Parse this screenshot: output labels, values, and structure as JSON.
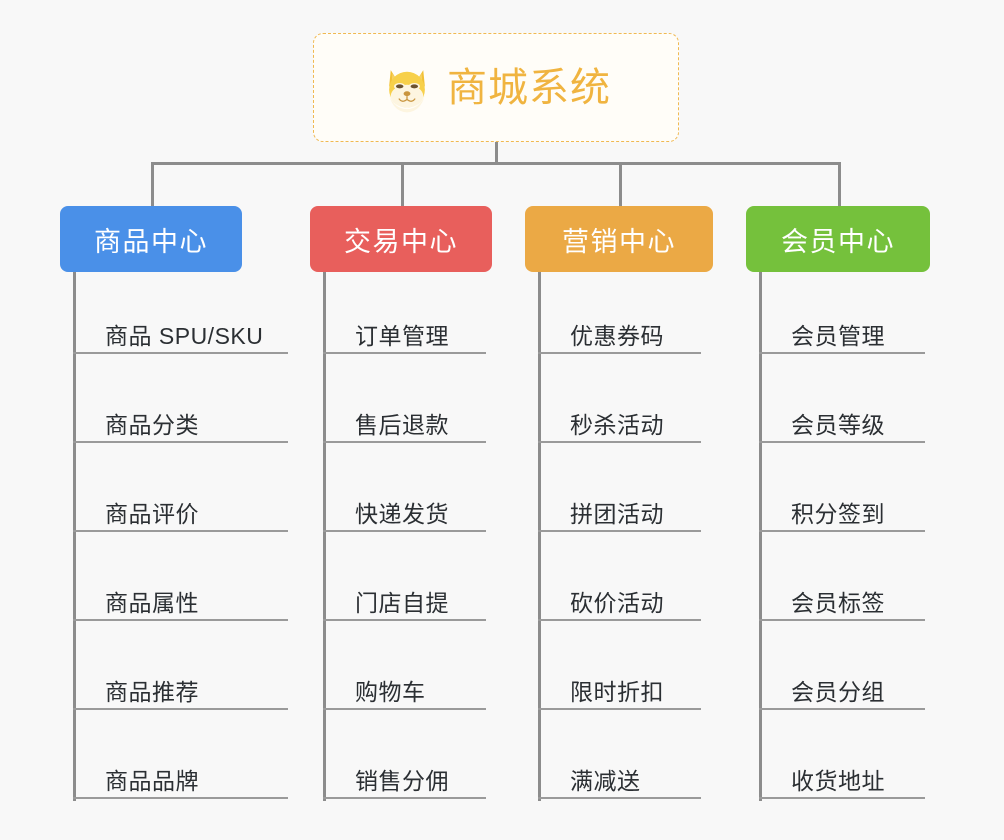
{
  "diagram": {
    "type": "org-chart",
    "background_color": "#f8f8f8",
    "connector_color": "#8c8c8c",
    "root": {
      "title": "商城系统",
      "icon": "dog-face-emoji",
      "text_color": "#f0b440",
      "border_color": "#f0b952",
      "background_color": "#fffdf8"
    },
    "branches": [
      {
        "label": "商品中心",
        "color": "#4a90e8",
        "items": [
          "商品 SPU/SKU",
          "商品分类",
          "商品评价",
          "商品属性",
          "商品推荐",
          "商品品牌"
        ]
      },
      {
        "label": "交易中心",
        "color": "#e85f5c",
        "items": [
          "订单管理",
          "售后退款",
          "快递发货",
          "门店自提",
          "购物车",
          "销售分佣"
        ]
      },
      {
        "label": "营销中心",
        "color": "#eba945",
        "items": [
          "优惠券码",
          "秒杀活动",
          "拼团活动",
          "砍价活动",
          "限时折扣",
          "满减送"
        ]
      },
      {
        "label": "会员中心",
        "color": "#75c13c",
        "items": [
          "会员管理",
          "会员等级",
          "积分签到",
          "会员标签",
          "会员分组",
          "收货地址"
        ]
      }
    ]
  }
}
